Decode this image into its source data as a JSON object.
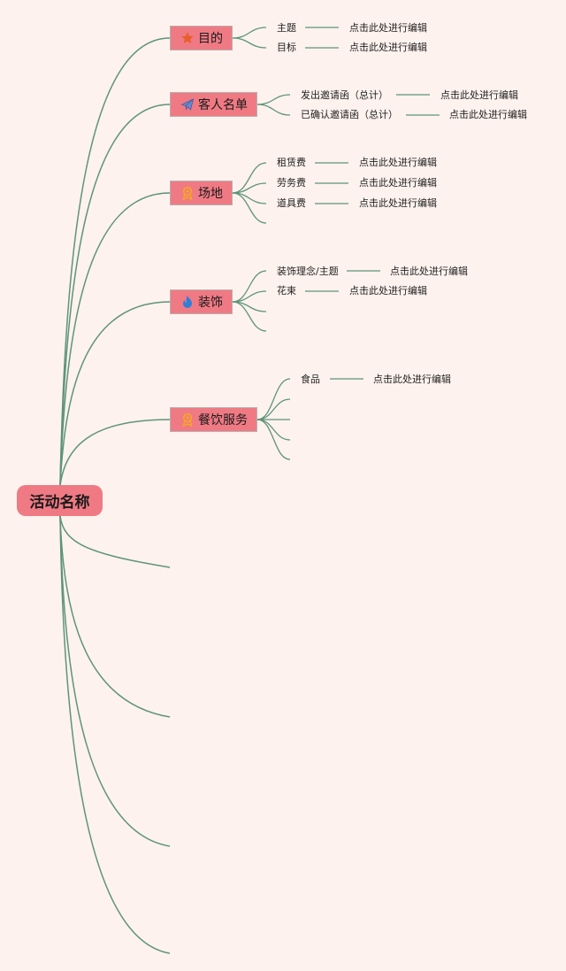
{
  "root": {
    "label": "活动名称"
  },
  "colors": {
    "background": "#fdf2ee",
    "node_fill": "#ef7a84",
    "connector": "#5e9479"
  },
  "topics": [
    {
      "label": "目的",
      "icon": "star-icon",
      "children": [
        {
          "label": "主题",
          "value": "点击此处进行编辑"
        },
        {
          "label": "目标",
          "value": "点击此处进行编辑"
        }
      ]
    },
    {
      "label": "客人名单",
      "icon": "paper-plane-icon",
      "children": [
        {
          "label": "发出邀请函（总计）",
          "value": "点击此处进行编辑"
        },
        {
          "label": "已确认邀请函（总计）",
          "value": "点击此处进行编辑"
        }
      ]
    },
    {
      "label": "场地",
      "icon": "award-ribbon-icon",
      "children": [
        {
          "label": "租赁费",
          "value": "点击此处进行编辑"
        },
        {
          "label": "劳务费",
          "value": "点击此处进行编辑"
        },
        {
          "label": "道具费",
          "value": "点击此处进行编辑"
        }
      ]
    },
    {
      "label": "装饰",
      "icon": "flame-icon",
      "children": [
        {
          "label": "装饰理念/主题",
          "value": "点击此处进行编辑"
        },
        {
          "label": "花束",
          "value": "点击此处进行编辑"
        }
      ]
    },
    {
      "label": "餐饮服务",
      "icon": "award-ribbon-icon",
      "children": [
        {
          "label": "食品",
          "value": "点击此处进行编辑"
        }
      ]
    }
  ]
}
